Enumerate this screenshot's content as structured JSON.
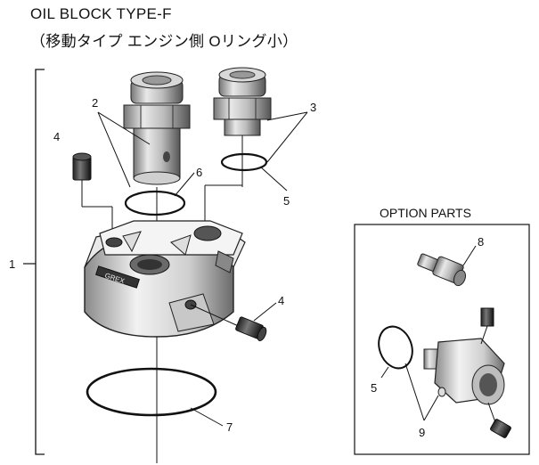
{
  "title_line1": "OIL BLOCK TYPE-F",
  "title_line2": "（移動タイプ エンジン側 Oリング小）",
  "option_title": "OPTION PARTS",
  "logo_text": "GREX",
  "callouts": {
    "c1": "1",
    "c2": "2",
    "c3": "3",
    "c4a": "4",
    "c4b": "4",
    "c5a": "5",
    "c5b": "5",
    "c6": "6",
    "c7": "7",
    "c8": "8",
    "c9": "9"
  }
}
